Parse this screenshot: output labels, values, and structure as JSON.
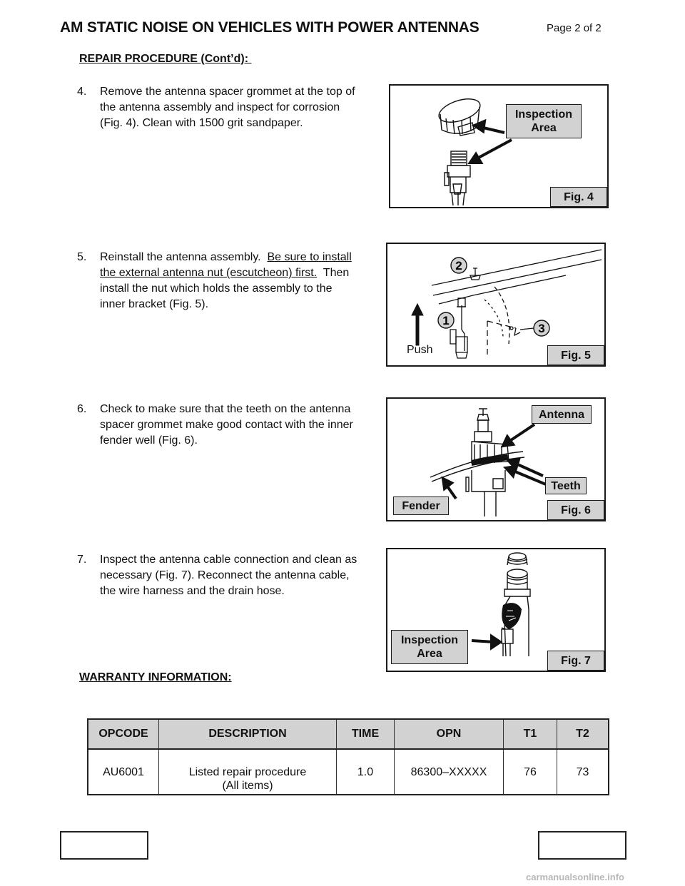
{
  "header": {
    "title": "AM STATIC NOISE ON VEHICLES WITH POWER ANTENNAS",
    "page": "Page 2 of 2"
  },
  "repair_heading": "REPAIR PROCEDURE (Cont’d): ",
  "steps": [
    {
      "num": "4.",
      "text": "Remove the antenna spacer grommet at the top of the antenna assembly and inspect for corrosion (Fig. 4).  Clean with 1500 grit sandpaper."
    },
    {
      "num": "5.",
      "pre": "Reinstall the antenna assembly.  ",
      "underlined": "Be sure to install the external antenna nut (escutcheon) first.",
      "post": "  Then install the nut which holds the assembly to the inner bracket (Fig. 5)."
    },
    {
      "num": "6.",
      "text": "Check to make sure that the teeth on the antenna spacer grommet make good contact with the inner fender well (Fig. 6)."
    },
    {
      "num": "7.",
      "text": "Inspect the antenna cable connection and clean as necessary (Fig. 7).  Reconnect the antenna cable, the wire harness and the drain hose."
    }
  ],
  "figures": {
    "fig4": {
      "caption": "Fig. 4",
      "label_line1": "Inspection",
      "label_line2": "Area"
    },
    "fig5": {
      "caption": "Fig. 5",
      "push": "Push",
      "callouts": [
        "1",
        "2",
        "3"
      ]
    },
    "fig6": {
      "caption": "Fig. 6",
      "antenna": "Antenna",
      "teeth": "Teeth",
      "fender": "Fender"
    },
    "fig7": {
      "caption": "Fig. 7",
      "label_line1": "Inspection",
      "label_line2": "Area"
    }
  },
  "warranty_heading": "WARRANTY INFORMATION:",
  "warranty_table": {
    "headers": [
      "OPCODE",
      "DESCRIPTION",
      "TIME",
      "OPN",
      "T1",
      "T2"
    ],
    "row": {
      "opcode": "AU6001",
      "description_line1": "Listed repair procedure",
      "description_line2": "(All items)",
      "time": "1.0",
      "opn": "86300–XXXXX",
      "t1": "76",
      "t2": "73"
    }
  },
  "watermark": "carmanualsonline.info"
}
